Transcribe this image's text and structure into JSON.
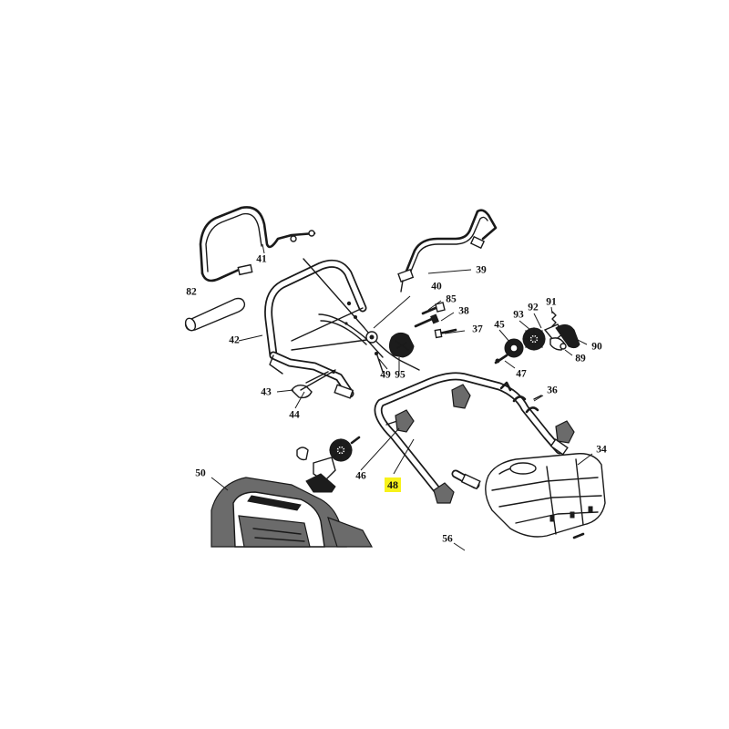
{
  "diagram": {
    "highlight_color": "#f7f21a",
    "ink_color": "#1a1a1a",
    "labels": [
      {
        "id": "41",
        "text": "41"
      },
      {
        "id": "39",
        "text": "39"
      },
      {
        "id": "82",
        "text": "82"
      },
      {
        "id": "40",
        "text": "40"
      },
      {
        "id": "85",
        "text": "85"
      },
      {
        "id": "38",
        "text": "38"
      },
      {
        "id": "37",
        "text": "37"
      },
      {
        "id": "42",
        "text": "42"
      },
      {
        "id": "49",
        "text": "49"
      },
      {
        "id": "95",
        "text": "95"
      },
      {
        "id": "43",
        "text": "43"
      },
      {
        "id": "44",
        "text": "44"
      },
      {
        "id": "93",
        "text": "93"
      },
      {
        "id": "92",
        "text": "92"
      },
      {
        "id": "91",
        "text": "91"
      },
      {
        "id": "45",
        "text": "45"
      },
      {
        "id": "90",
        "text": "90"
      },
      {
        "id": "89",
        "text": "89"
      },
      {
        "id": "47",
        "text": "47"
      },
      {
        "id": "36",
        "text": "36"
      },
      {
        "id": "34",
        "text": "34"
      },
      {
        "id": "46",
        "text": "46"
      },
      {
        "id": "48",
        "text": "48",
        "highlighted": true
      },
      {
        "id": "50",
        "text": "50"
      },
      {
        "id": "56",
        "text": "56"
      }
    ]
  }
}
